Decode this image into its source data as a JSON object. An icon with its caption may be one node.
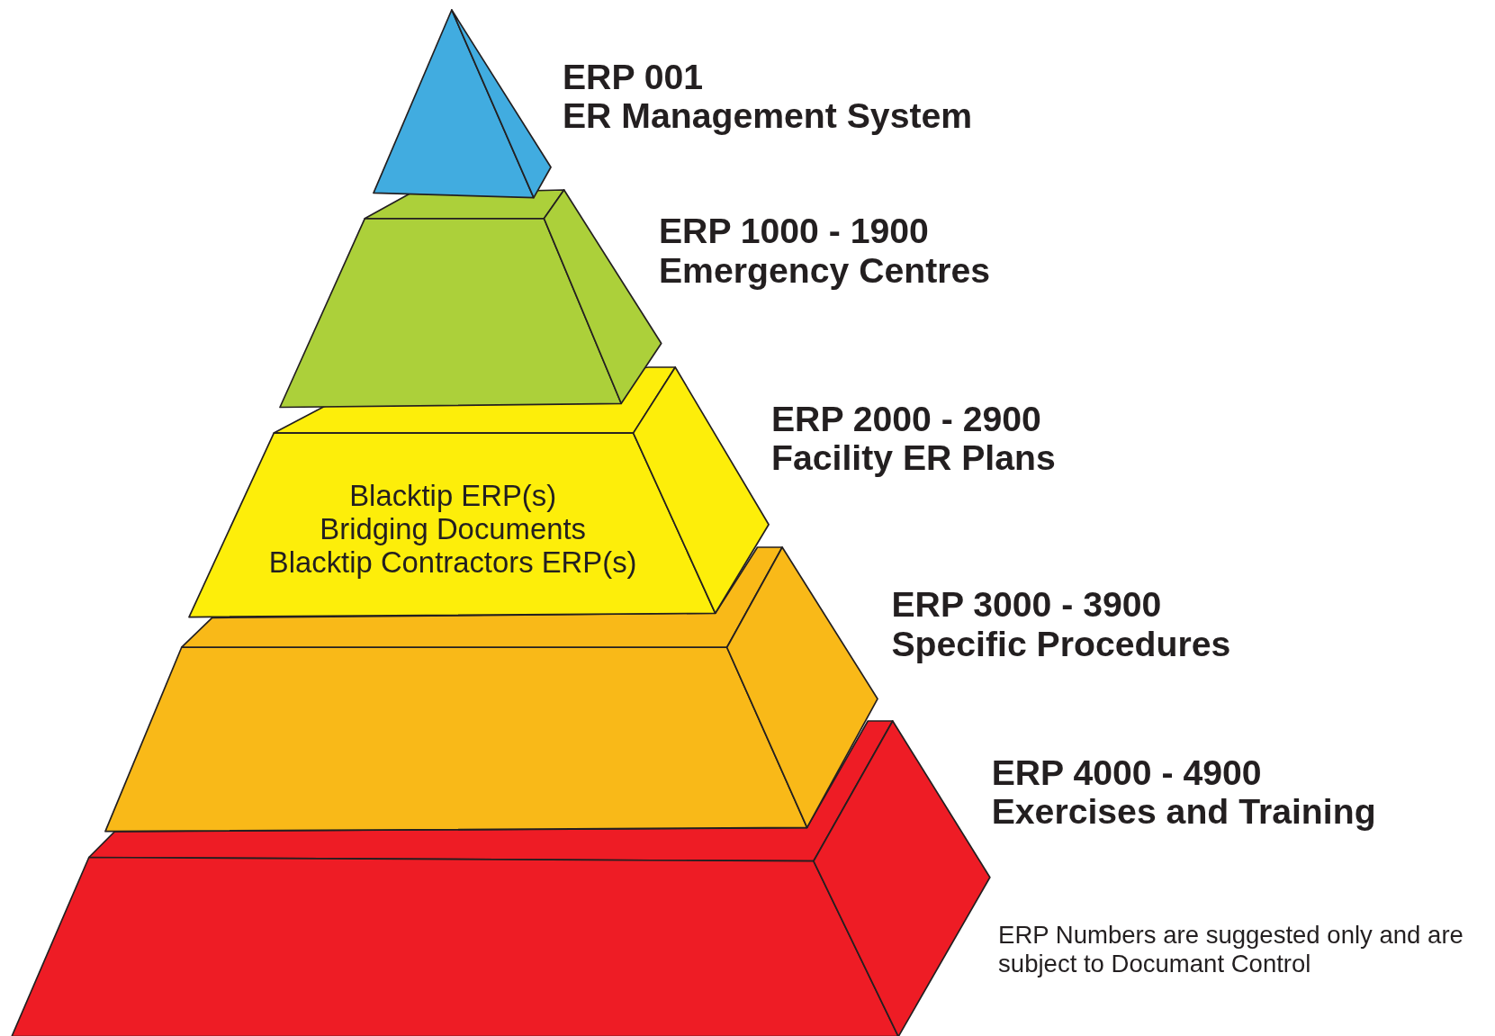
{
  "diagram": {
    "nodes": [
      {
        "text": [],
        "shape": "pyramid",
        "beside": [
          "ERP 001",
          "ER Management System"
        ]
      },
      {
        "text": [],
        "shape": "trapezoid",
        "beside": [
          "ERP 1000 - 1900",
          "Emergency Centres"
        ]
      },
      {
        "text": [
          "Blacktip ERP(s)",
          "Bridging Documents",
          "Blacktip Contractors ERP(s)"
        ],
        "beside": [
          "ERP 2000 - 2900",
          "Facility ER Plans"
        ]
      },
      {
        "text": [],
        "shape": "trapezoid",
        "beside": [
          "ERP 3000 - 3900",
          "Specific Procedures"
        ]
      },
      {
        "text": [],
        "shape": "trapezoid",
        "beside": [
          "ERP 4000 - 4900",
          "Exercises and Training"
        ]
      }
    ],
    "labels": [
      "ERP Numbers are suggested only and are subject to Documant Control"
    ]
  }
}
